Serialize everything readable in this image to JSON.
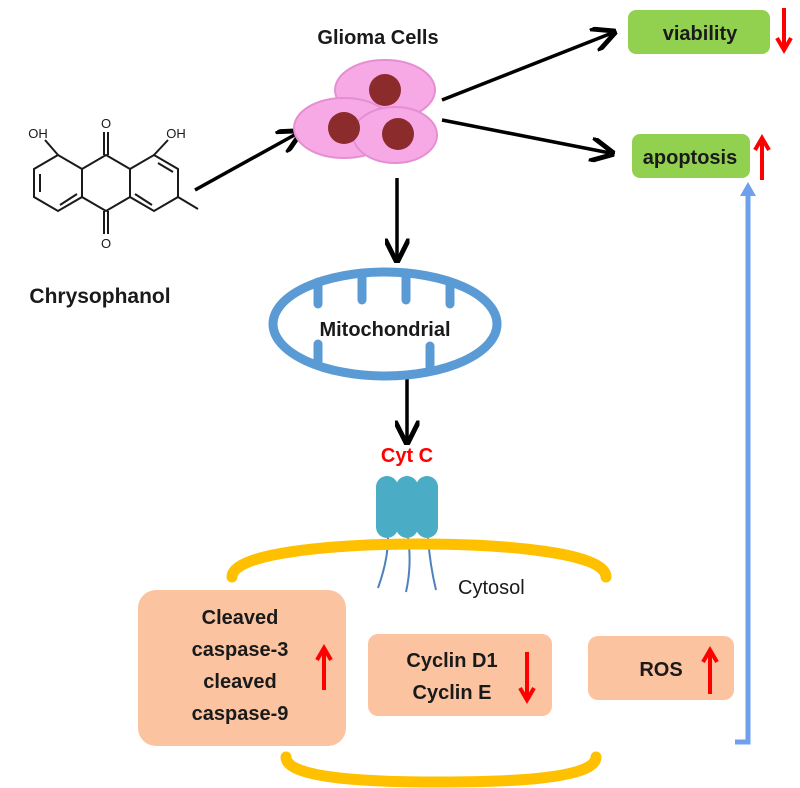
{
  "compound": {
    "name": "Chrysophanol",
    "oh_label": "OH",
    "o_label": "O"
  },
  "cells": {
    "label": "Glioma Cells"
  },
  "outcomes": {
    "viability": "viability",
    "apoptosis": "apoptosis"
  },
  "mitochondria": {
    "label": "Mitochondrial"
  },
  "cytc": {
    "label": "Cyt C"
  },
  "cytosol": {
    "label": "Cytosol"
  },
  "boxes": {
    "caspase": [
      "Cleaved",
      "caspase-3",
      "cleaved",
      "caspase-9"
    ],
    "cyclin": [
      "Cyclin D1",
      "Cyclin E"
    ],
    "ros": "ROS"
  },
  "colors": {
    "green_box": "#92d050",
    "orange_box": "#fbc3a0",
    "pink_cell": "#f7a9e6",
    "nucleus": "#8b2b2b",
    "mito_blue": "#5b9bd5",
    "channel": "#4bacc6",
    "membrane": "#ffc000",
    "red_arrow": "#ff0000",
    "blue_arrow": "#6fa0ec",
    "cytc_red": "#ff0000"
  }
}
